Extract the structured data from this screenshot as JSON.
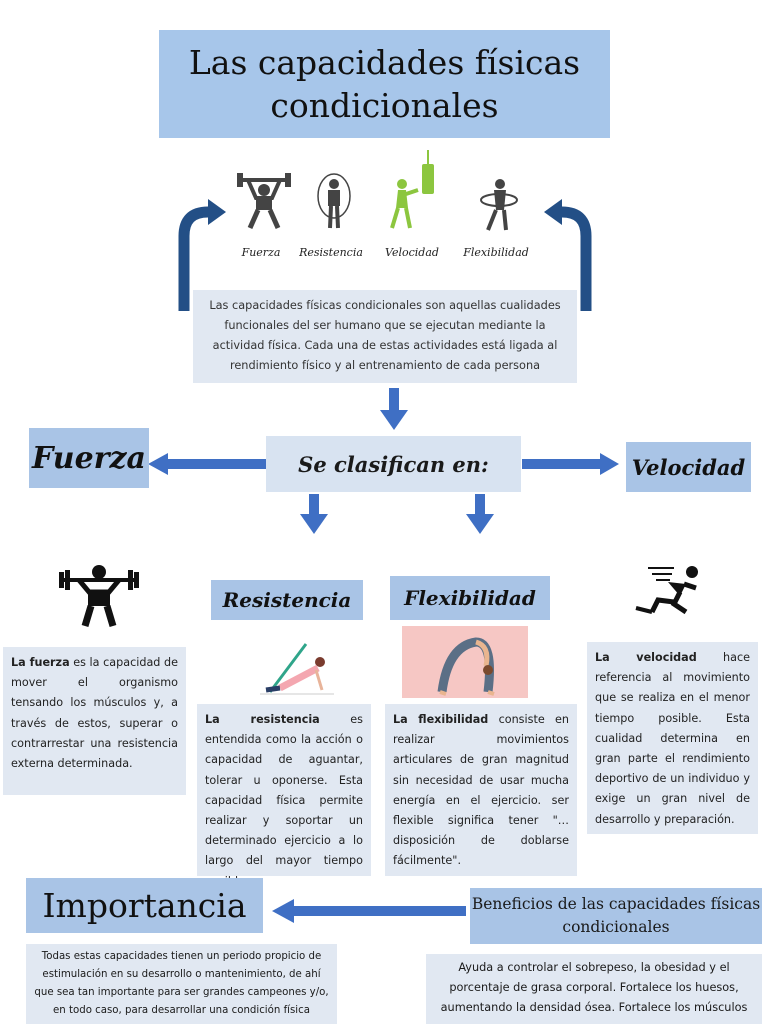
{
  "title": "Las capacidades físicas condicionales",
  "top_icons": [
    {
      "label": "Fuerza",
      "icon": "weightlifter-icon"
    },
    {
      "label": "Resistencia",
      "icon": "jump-rope-icon"
    },
    {
      "label": "Velocidad",
      "icon": "boxer-icon"
    },
    {
      "label": "Flexibilidad",
      "icon": "hula-hoop-icon"
    }
  ],
  "intro": "Las capacidades físicas condicionales son aquellas cualidades funcionales del ser humano que se ejecutan mediante la actividad física. Cada una de estas actividades está ligada al rendimiento físico y al entrenamiento de cada persona",
  "classify_label": "Se clasifican en:",
  "fuerza": {
    "heading": "Fuerza",
    "term": "La fuerza",
    "text": " es la capacidad de mover el organismo tensando los músculos y, a través de estos, superar o contrarrestar una resistencia externa determinada."
  },
  "resistencia": {
    "heading": "Resistencia",
    "term": "La resistencia",
    "text": " es entendida como la acción o capacidad de aguantar, tolerar u oponerse. Esta capacidad física permite realizar y soportar un determinado ejercicio a lo largo del mayor tiempo posible"
  },
  "flexibilidad": {
    "heading": "Flexibilidad",
    "term": "La flexibilidad",
    "text": " consiste en realizar movimientos articulares de gran magnitud sin necesidad de usar mucha energía en el ejercicio. ser flexible significa tener \"…disposición de doblarse fácilmente\"."
  },
  "velocidad": {
    "heading": "Velocidad",
    "term": "La velocidad",
    "text": " hace referencia al movimiento que se realiza en el menor tiempo posible. Esta cualidad determina en gran parte el rendimiento deportivo de un individuo y exige un gran nivel de desarrollo y preparación."
  },
  "importancia": {
    "heading": "Importancia",
    "text": "Todas estas capacidades tienen un periodo propicio de estimulación en su desarrollo o mantenimiento, de ahí que sea tan importante para ser grandes campeones y/o, en todo caso, para desarrollar una condición física"
  },
  "beneficios": {
    "heading": "Beneficios de las capacidades físicas condicionales",
    "text": "Ayuda a controlar el sobrepeso, la obesidad y el porcentaje de grasa corporal. Fortalece los huesos, aumentando la densidad ósea. Fortalece los músculos"
  },
  "colors": {
    "title_bg": "#a7c6ea",
    "box_light": "#e1e8f2",
    "box_mid": "#a9c4e6",
    "arrow": "#3f6fc4",
    "curved_arrow": "#234f86",
    "velocidad_icon": "#8cc63f"
  }
}
